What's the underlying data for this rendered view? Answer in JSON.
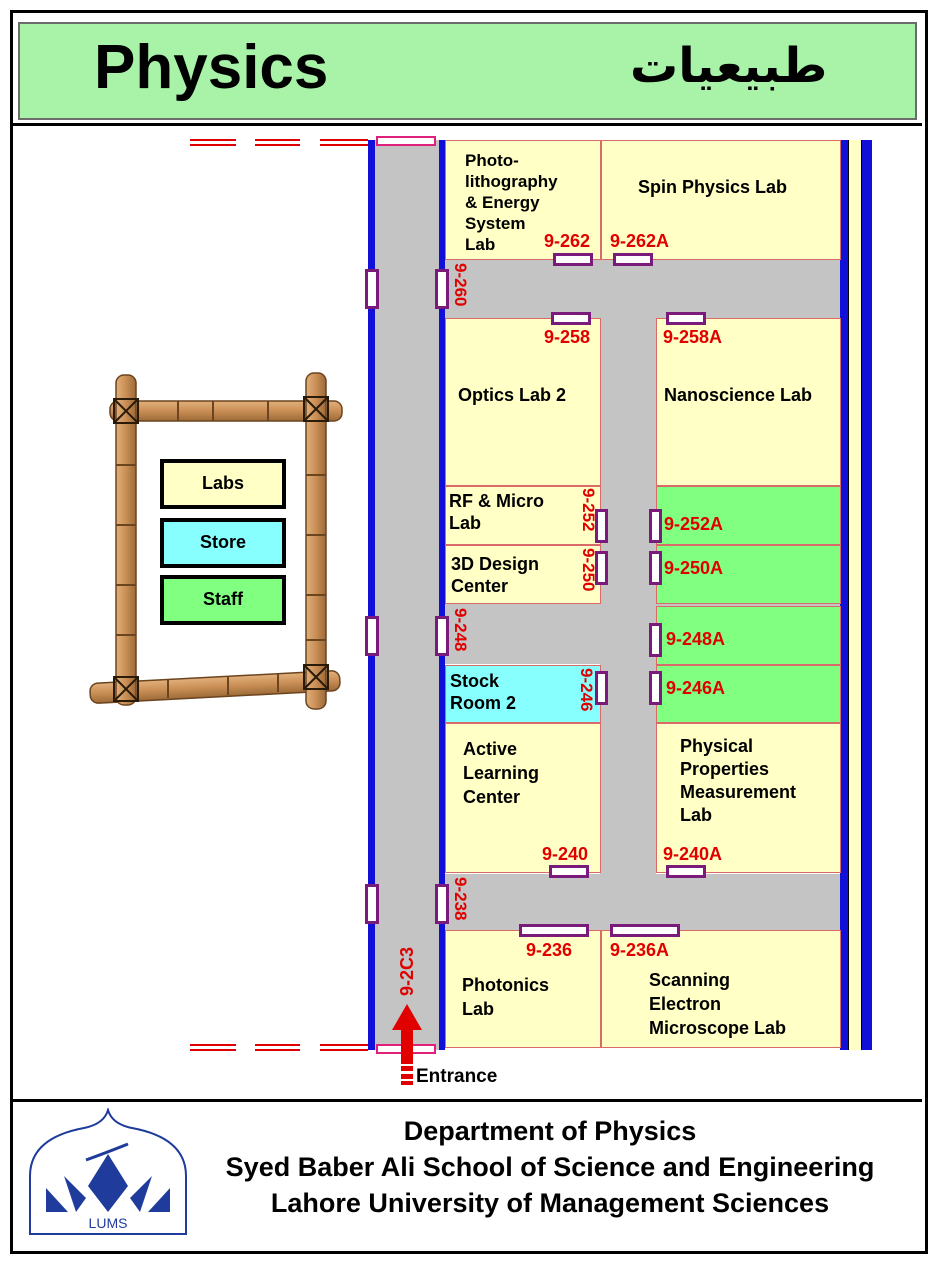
{
  "header": {
    "title": "Physics",
    "urdu_title": "طبیعیات"
  },
  "rooms": [
    {
      "id": "photolithography",
      "label": "Photo-\nlithography\n& Energy\nSystem\nLab",
      "number": "9-262"
    },
    {
      "id": "spin-physics",
      "label": "Spin Physics Lab",
      "number": "9-262A"
    },
    {
      "id": "optics-2",
      "label": "Optics Lab 2",
      "number": "9-258"
    },
    {
      "id": "nanoscience",
      "label": "Nanoscience Lab",
      "number": "9-258A"
    },
    {
      "id": "rf-micro",
      "label": "RF & Micro\nLab",
      "number": "9-252"
    },
    {
      "id": "3d-design",
      "label": "3D Design\nCenter",
      "number": "9-250"
    },
    {
      "id": "staff-252a",
      "label": "",
      "number": "9-252A"
    },
    {
      "id": "staff-250a",
      "label": "",
      "number": "9-250A"
    },
    {
      "id": "staff-248a",
      "label": "",
      "number": "9-248A"
    },
    {
      "id": "staff-246a",
      "label": "",
      "number": "9-246A"
    },
    {
      "id": "stock-room-2",
      "label": "Stock\nRoom 2",
      "number": "9-246"
    },
    {
      "id": "active-learning",
      "label": "Active\nLearning\nCenter",
      "number": "9-240"
    },
    {
      "id": "ppm-lab",
      "label": "Physical\nProperties\nMeasurement\nLab",
      "number": "9-240A"
    },
    {
      "id": "photonics",
      "label": "Photonics\nLab",
      "number": "9-236"
    },
    {
      "id": "sem-lab",
      "label": "Scanning\nElectron\nMicroscope Lab",
      "number": "9-236A"
    }
  ],
  "corridor_labels": {
    "c260": "9-260",
    "c248": "9-248",
    "c238": "9-238",
    "c2c3": "9-2C3"
  },
  "entrance_label": "Entrance",
  "legend": [
    {
      "label": "Labs",
      "color": "#ffffc6"
    },
    {
      "label": "Store",
      "color": "#87ffff"
    },
    {
      "label": "Staff",
      "color": "#80ff80"
    }
  ],
  "footer": {
    "line1": "Department of Physics",
    "line2": "Syed Baber Ali School of Science and Engineering",
    "line3": "Lahore University of Management Sciences",
    "logo_text": "LUMS"
  },
  "colors": {
    "labs": "#ffffc6",
    "store": "#87ffff",
    "staff": "#80ff80",
    "wall": "#1010d8",
    "corridor": "#c4c4c4",
    "number": "#e00000",
    "door": "#7a1a7a"
  }
}
